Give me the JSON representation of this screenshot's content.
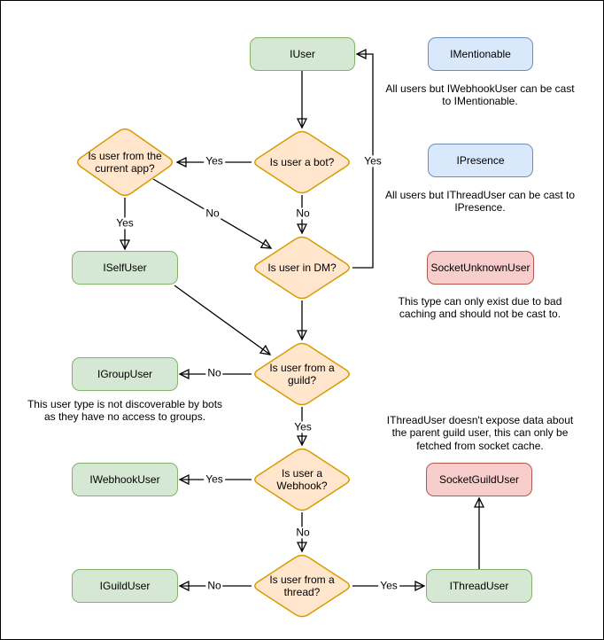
{
  "colors": {
    "interface_fill": "#d5e8d4",
    "interface_border": "#82b366",
    "castable_fill": "#dae8fc",
    "castable_border": "#6c8ebf",
    "socket_fill": "#f8cecc",
    "socket_border": "#b85450",
    "decision_fill": "#ffe6cc",
    "decision_border": "#d79b00",
    "connector": "#000000"
  },
  "nodes": {
    "iuser": {
      "label": "IUser"
    },
    "imentionable": {
      "label": "IMentionable"
    },
    "ipresence": {
      "label": "IPresence"
    },
    "socket_unknown_user": {
      "label": "SocketUnknownUser"
    },
    "iself_user": {
      "label": "ISelfUser"
    },
    "igroup_user": {
      "label": "IGroupUser"
    },
    "iwebhook_user": {
      "label": "IWebhookUser"
    },
    "iguild_user": {
      "label": "IGuildUser"
    },
    "ithread_user": {
      "label": "IThreadUser"
    },
    "socket_guild_user": {
      "label": "SocketGuildUser"
    }
  },
  "decisions": {
    "is_bot": {
      "label": "Is user a bot?"
    },
    "from_current_app": {
      "label": "Is user from the current app?"
    },
    "in_dm": {
      "label": "Is user in DM?"
    },
    "from_guild": {
      "label": "Is user from a guild?"
    },
    "is_webhook": {
      "label": "Is user a Webhook?"
    },
    "from_thread": {
      "label": "Is user from a thread?"
    }
  },
  "edge_labels": {
    "bot_yes": "Yes",
    "bot_no": "No",
    "app_yes": "Yes",
    "app_no": "No",
    "dm_yes": "Yes",
    "guild_no": "No",
    "guild_yes": "Yes",
    "webhook_yes": "Yes",
    "webhook_no": "No",
    "thread_no": "No",
    "thread_yes": "Yes"
  },
  "notes": {
    "mentionable": "All users but IWebhookUser can be cast to IMentionable.",
    "presence": "All users but IThreadUser can be cast to IPresence.",
    "unknown_user": "This type can only exist due to bad caching and should not be cast to.",
    "group_user": "This user type is not discoverable by bots as they have no access to groups.",
    "thread_user": "IThreadUser doesn't expose data about the parent guild user, this can only be fetched from socket cache."
  }
}
